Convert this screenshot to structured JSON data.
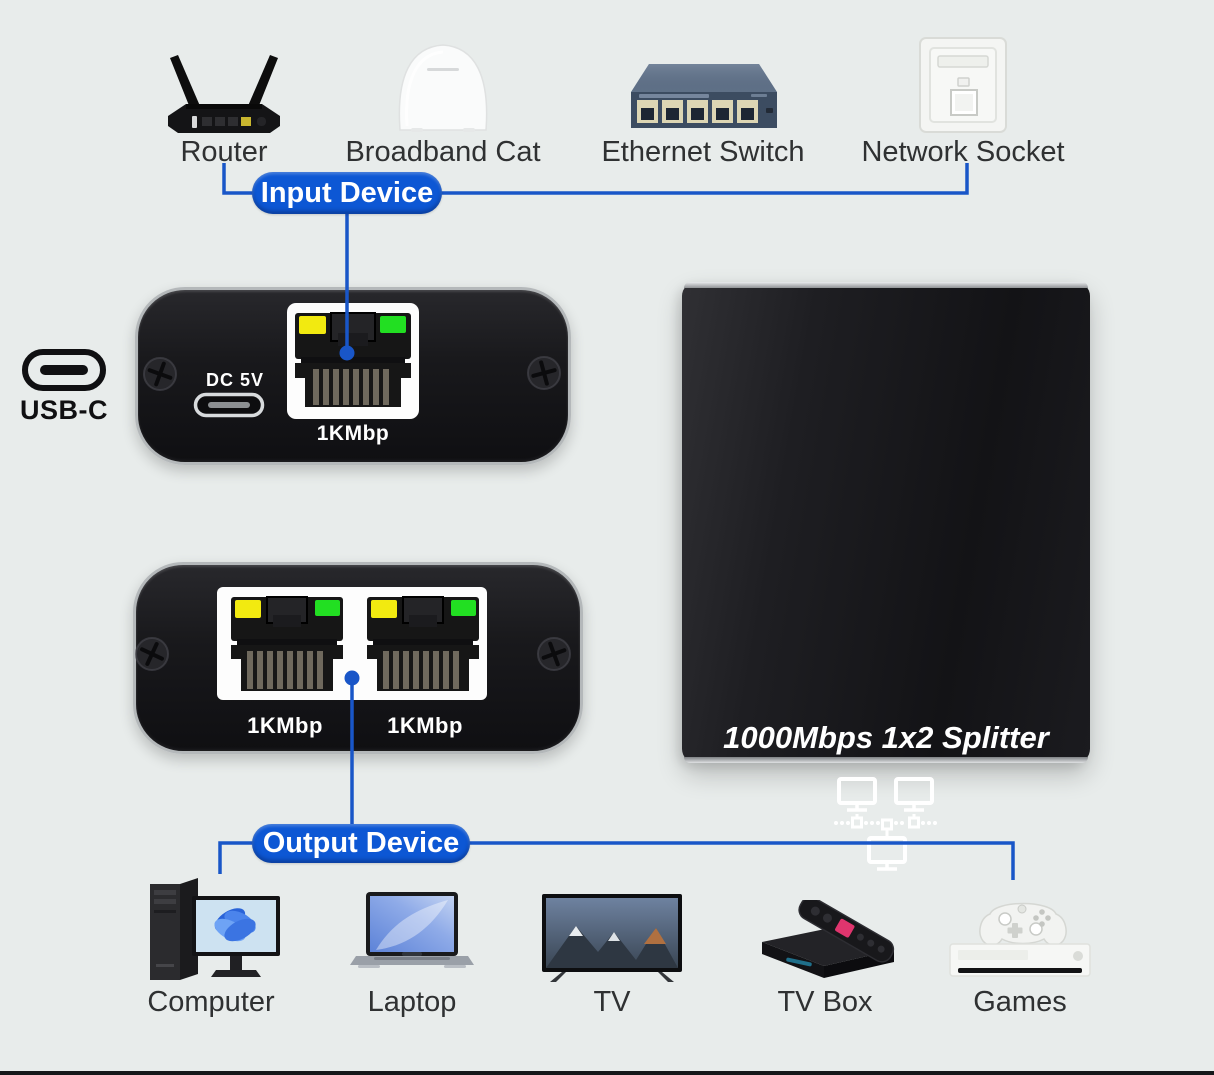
{
  "colors": {
    "background": "#e8eceb",
    "accent_blue": "#0d57d4",
    "connector_blue": "#1956c8",
    "led_yellow": "#f2ea10",
    "led_green": "#22df22",
    "device_body_black": "#17171a",
    "label_text": "#2f3132"
  },
  "input_section": {
    "pill_label": "Input Device",
    "devices": [
      {
        "name": "router",
        "label": "Router"
      },
      {
        "name": "broadband-cat",
        "label": "Broadband Cat"
      },
      {
        "name": "ethernet-switch",
        "label": "Ethernet Switch"
      },
      {
        "name": "network-socket",
        "label": "Network Socket"
      }
    ]
  },
  "usb_legend": {
    "label": "USB-C"
  },
  "splitter_front_view": {
    "power_port_label": "DC 5V",
    "lan_port_label": "1KMbp"
  },
  "splitter_output_view": {
    "port_labels": [
      "1KMbp",
      "1KMbp"
    ]
  },
  "splitter_box": {
    "title": "1000Mbps 1x2 Splitter"
  },
  "output_section": {
    "pill_label": "Output Device",
    "devices": [
      {
        "name": "computer",
        "label": "Computer"
      },
      {
        "name": "laptop",
        "label": "Laptop"
      },
      {
        "name": "tv",
        "label": "TV"
      },
      {
        "name": "tv-box",
        "label": "TV Box"
      },
      {
        "name": "games",
        "label": "Games"
      }
    ]
  },
  "icons": [
    "router-icon",
    "broadband-cat-icon",
    "ethernet-switch-icon",
    "network-socket-icon",
    "usb-c-icon",
    "usb-c-port-icon",
    "rj45-port-icon",
    "screw-icon",
    "network-split-icon",
    "computer-icon",
    "laptop-icon",
    "tv-icon",
    "tv-box-icon",
    "games-console-icon"
  ]
}
